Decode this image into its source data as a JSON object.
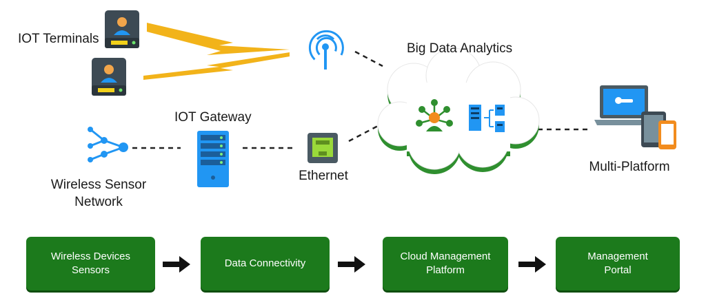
{
  "nodes": {
    "iot_terminals": "IOT Terminals",
    "big_data_analytics": "Big Data Analytics",
    "iot_gateway": "IOT Gateway",
    "wireless_sensor_network_line1": "Wireless Sensor",
    "wireless_sensor_network_line2": "Network",
    "ethernet": "Ethernet",
    "multi_platform": "Multi-Platform"
  },
  "flow": [
    {
      "label": "Wireless Devices Sensors"
    },
    {
      "label": "Data Connectivity"
    },
    {
      "label": "Cloud Management\nPlatform"
    },
    {
      "label": "Management\nPortal"
    }
  ],
  "colors": {
    "flow_green": "#1c7a1c",
    "cloud_green": "#2f8f2f",
    "lightning": "#f2b31a",
    "icon_blue": "#2196f3",
    "orange": "#f28c1e"
  }
}
